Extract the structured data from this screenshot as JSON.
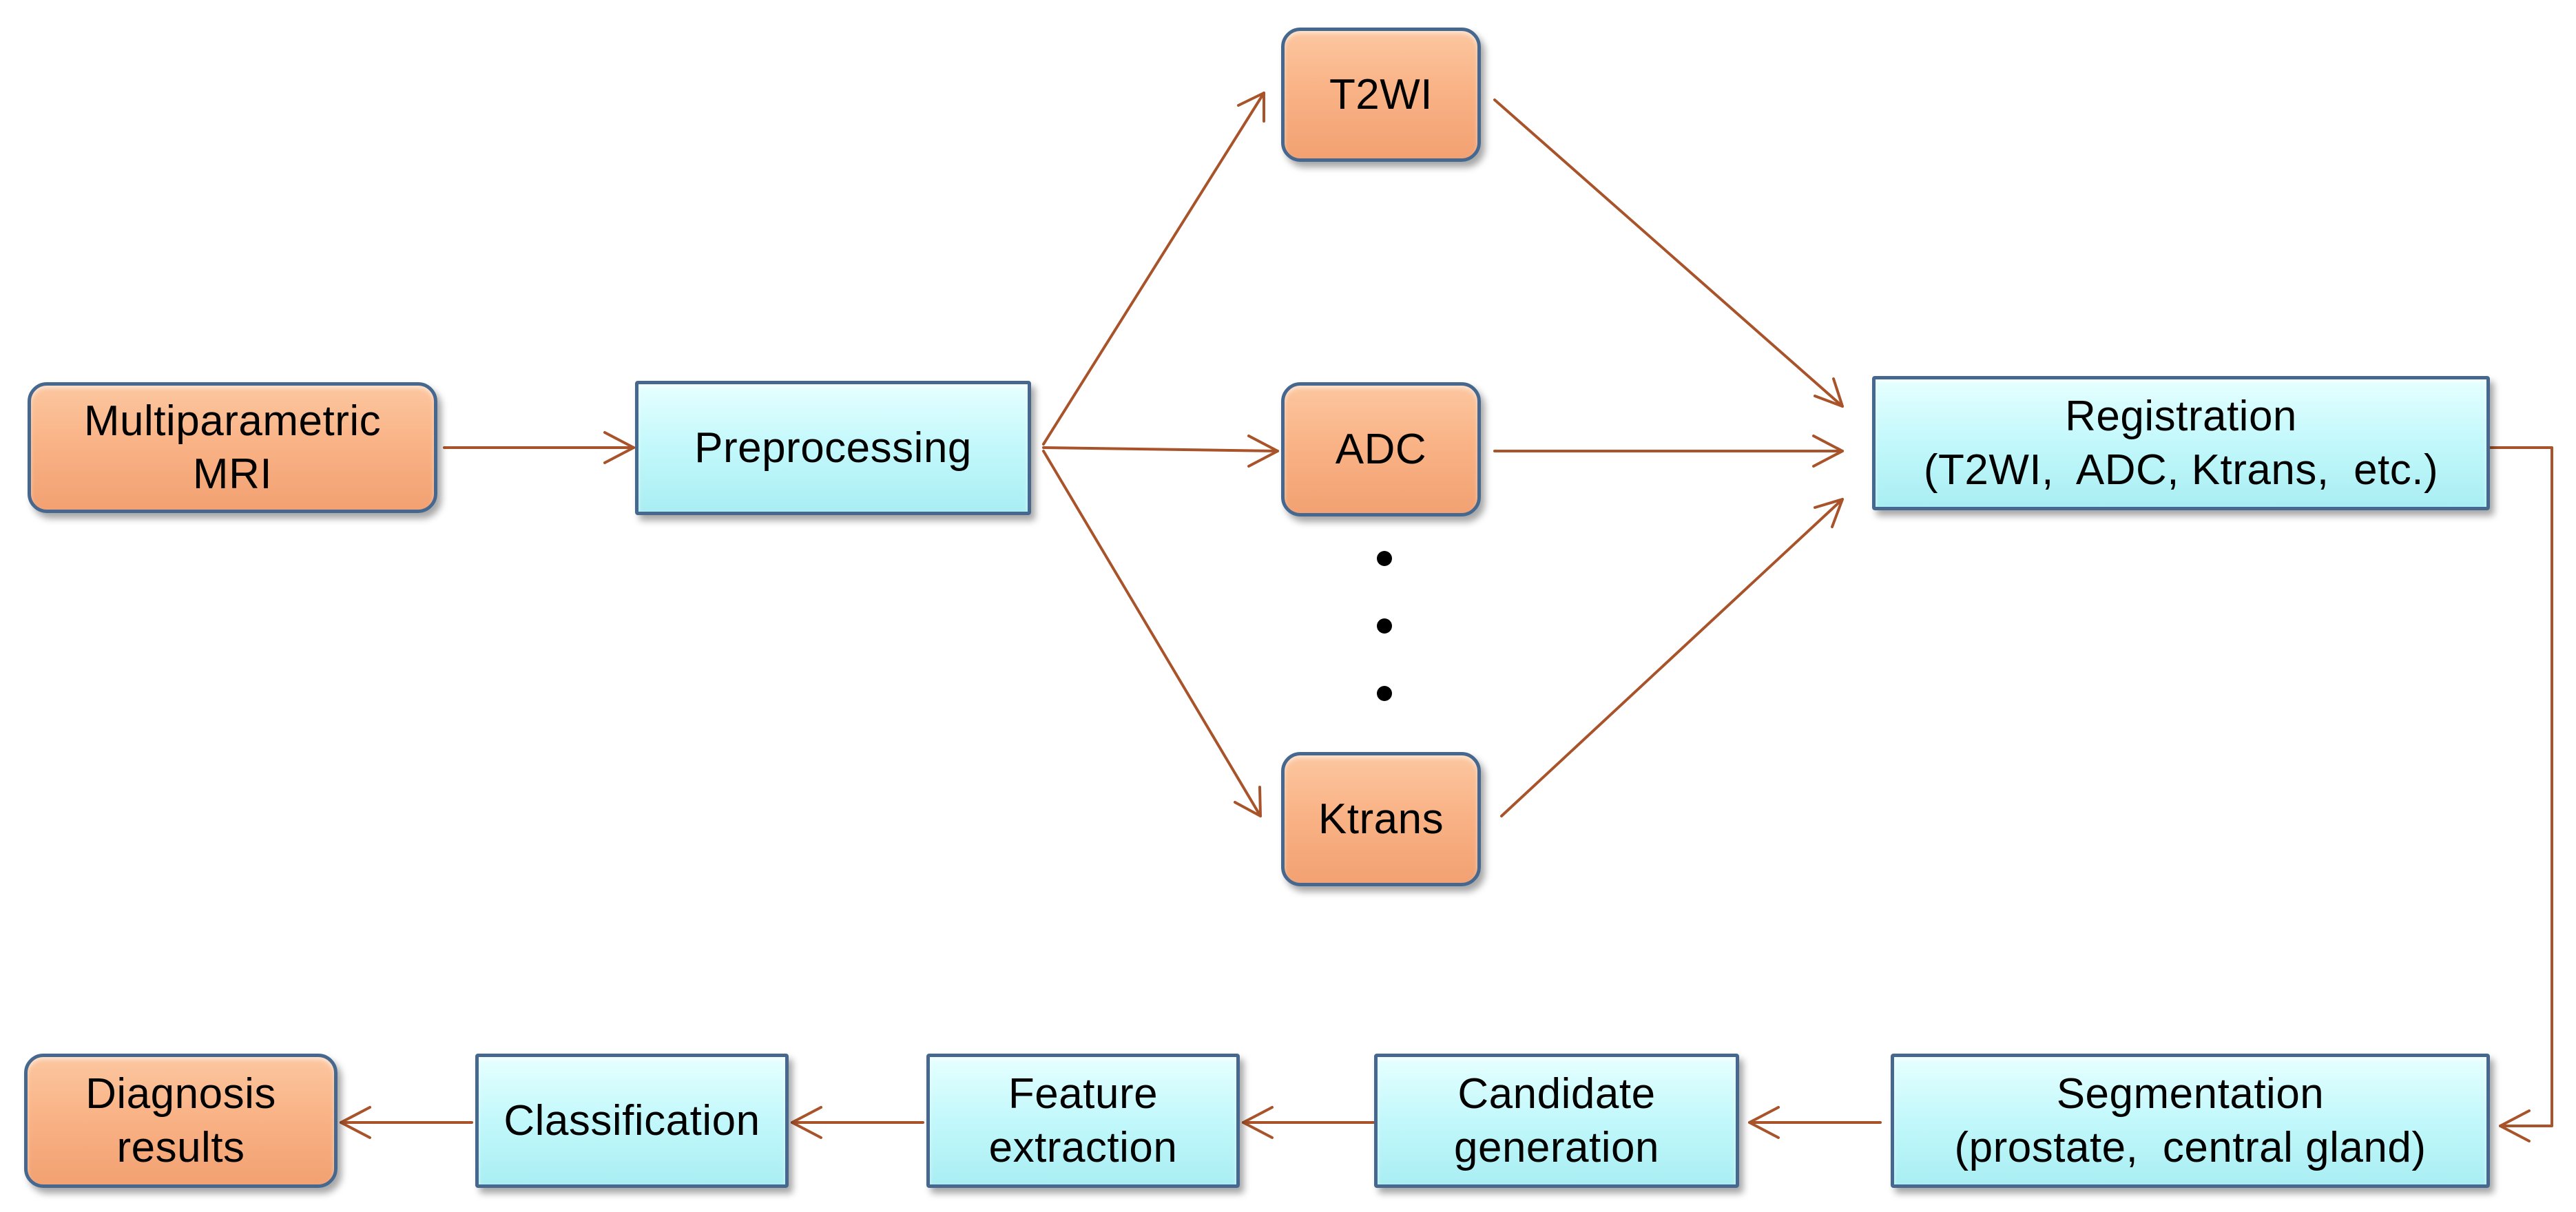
{
  "diagram": {
    "nodes": {
      "mri": "Multiparametric\nMRI",
      "preprocessing": "Preprocessing",
      "t2wi": "T2WI",
      "adc": "ADC",
      "ktrans": "Ktrans",
      "registration": "Registration\n(T2WI,  ADC, Ktrans,  etc.)",
      "segmentation": "Segmentation\n(prostate,  central gland)",
      "candidate": "Candidate\ngeneration",
      "feature": "Feature\nextraction",
      "classification": "Classification",
      "diagnosis": "Diagnosis\nresults"
    },
    "colors": {
      "orange_fill": "#f9b386",
      "cyan_fill": "#c2f8fb",
      "border": "#46688f",
      "arrow": "#a9532a"
    }
  }
}
